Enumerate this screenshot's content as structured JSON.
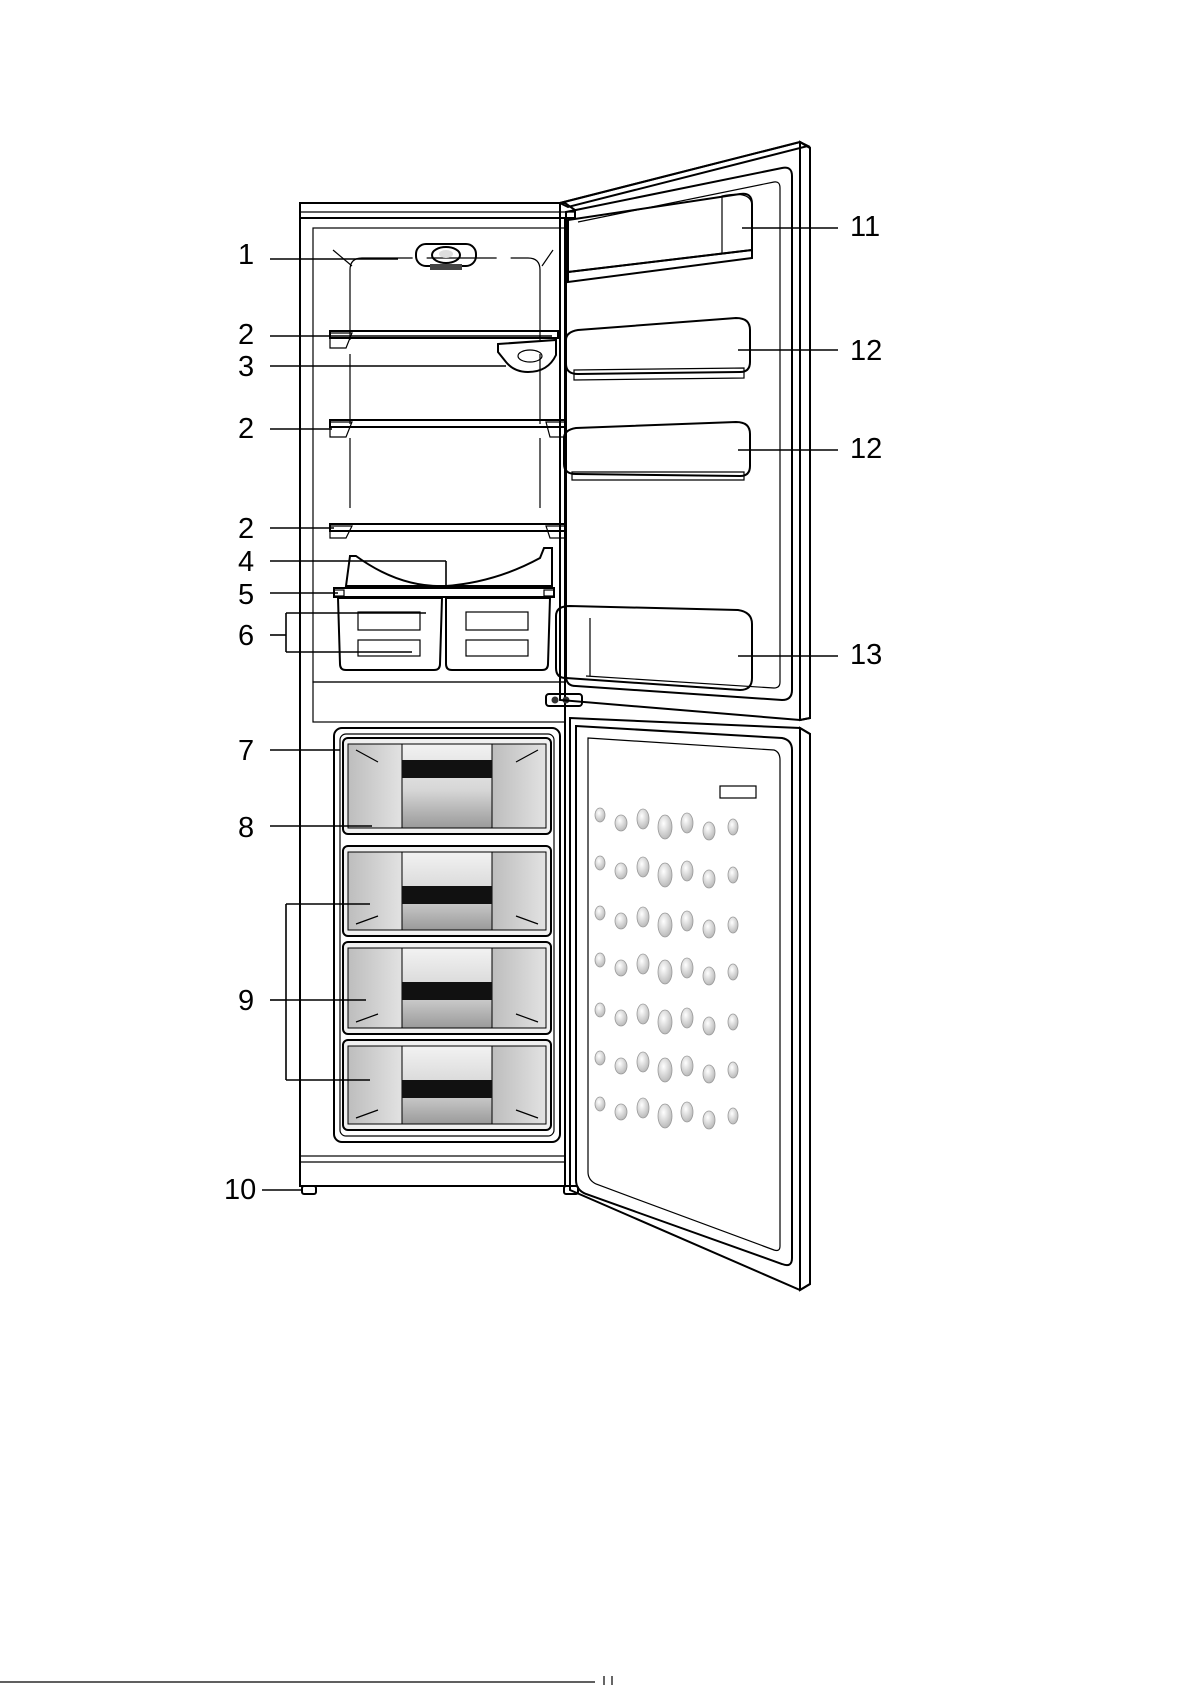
{
  "diagram": {
    "callouts": [
      {
        "id": "c1",
        "label": "1"
      },
      {
        "id": "c2a",
        "label": "2"
      },
      {
        "id": "c3",
        "label": "3"
      },
      {
        "id": "c2b",
        "label": "2"
      },
      {
        "id": "c2c",
        "label": "2"
      },
      {
        "id": "c4",
        "label": "4"
      },
      {
        "id": "c5",
        "label": "5"
      },
      {
        "id": "c6",
        "label": "6"
      },
      {
        "id": "c7",
        "label": "7"
      },
      {
        "id": "c8",
        "label": "8"
      },
      {
        "id": "c9",
        "label": "9"
      },
      {
        "id": "c10",
        "label": "10"
      },
      {
        "id": "c11",
        "label": "11"
      },
      {
        "id": "c12a",
        "label": "12"
      },
      {
        "id": "c12b",
        "label": "12"
      },
      {
        "id": "c13",
        "label": "13"
      }
    ],
    "colors": {
      "line": "#000000",
      "panel_light": "#f2f2f2",
      "bin_light": "#e6e6e6",
      "bin_dark": "#8a8a8a",
      "door_frame": "#c8c8c8",
      "dimple": "#d0d0d0"
    }
  }
}
